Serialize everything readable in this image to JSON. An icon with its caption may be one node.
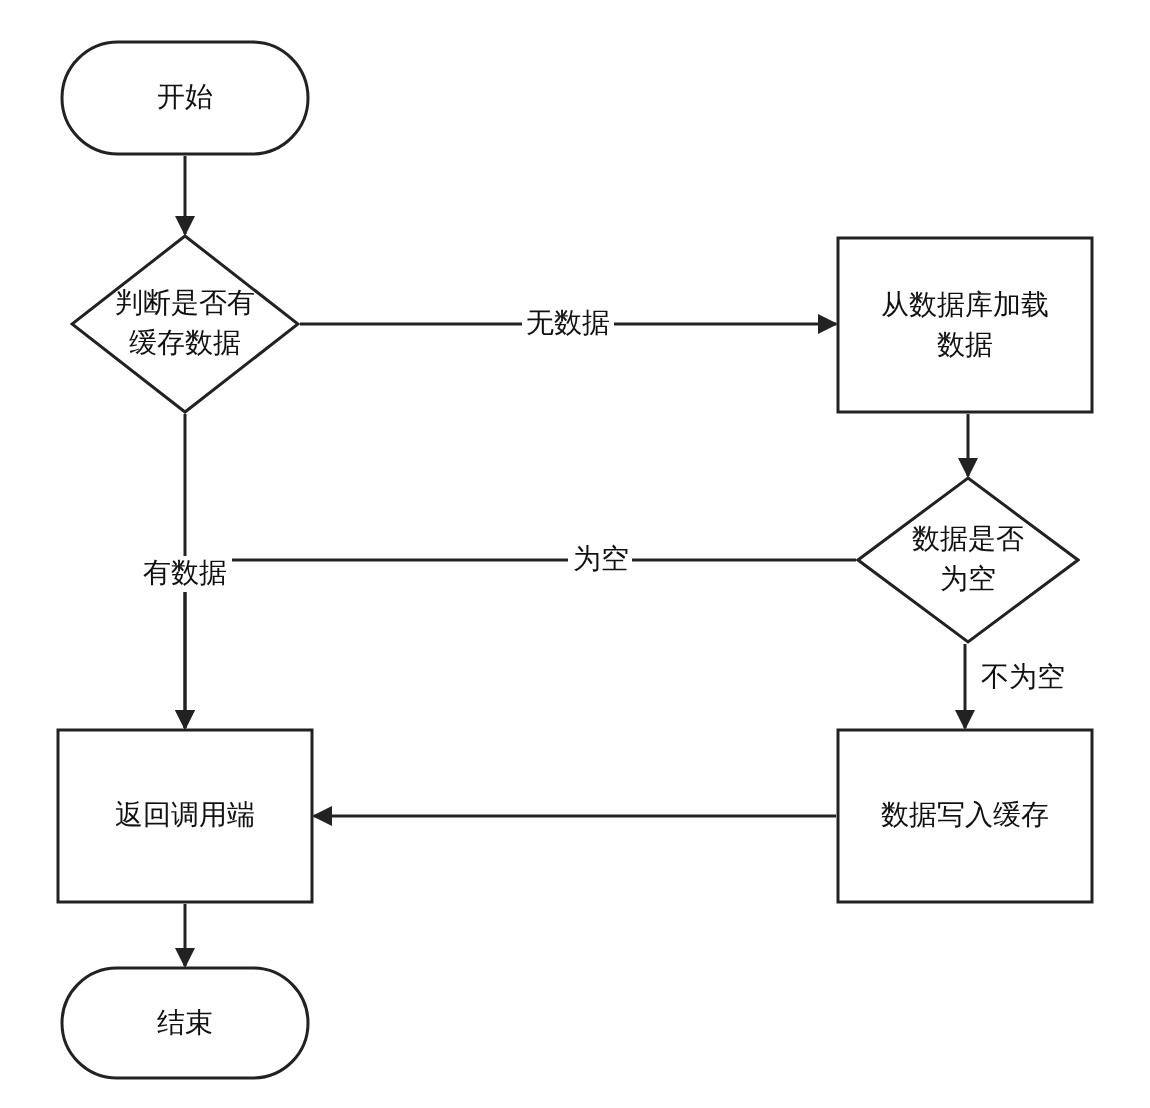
{
  "diagram": {
    "nodes": [
      {
        "text": [
          "开始"
        ]
      },
      {
        "text": [
          "判断是否有缓存数据"
        ]
      },
      {
        "text": [
          "从数据库加载数据"
        ]
      },
      {
        "text": [
          "数据是否为空"
        ]
      },
      {
        "text": [
          "返回调用端"
        ]
      },
      {
        "text": [
          "数据写入缓存"
        ]
      },
      {
        "text": [
          "结束"
        ]
      }
    ],
    "edges": [
      {
        "from": 0,
        "to": 1,
        "arrow": "to"
      },
      {
        "from": 1,
        "to": 2,
        "arrow": "to",
        "label": "无数据"
      },
      {
        "from": 1,
        "to": 4,
        "arrow": "to",
        "label": "有数据"
      },
      {
        "from": 2,
        "to": 3,
        "arrow": "to"
      },
      {
        "from": 3,
        "to": 4,
        "arrow": "to",
        "label": "为空"
      },
      {
        "from": 3,
        "to": 5,
        "arrow": "to",
        "label": "不为空"
      },
      {
        "from": 5,
        "to": 4,
        "arrow": "to"
      },
      {
        "from": 4,
        "to": 6,
        "arrow": "to"
      }
    ]
  }
}
